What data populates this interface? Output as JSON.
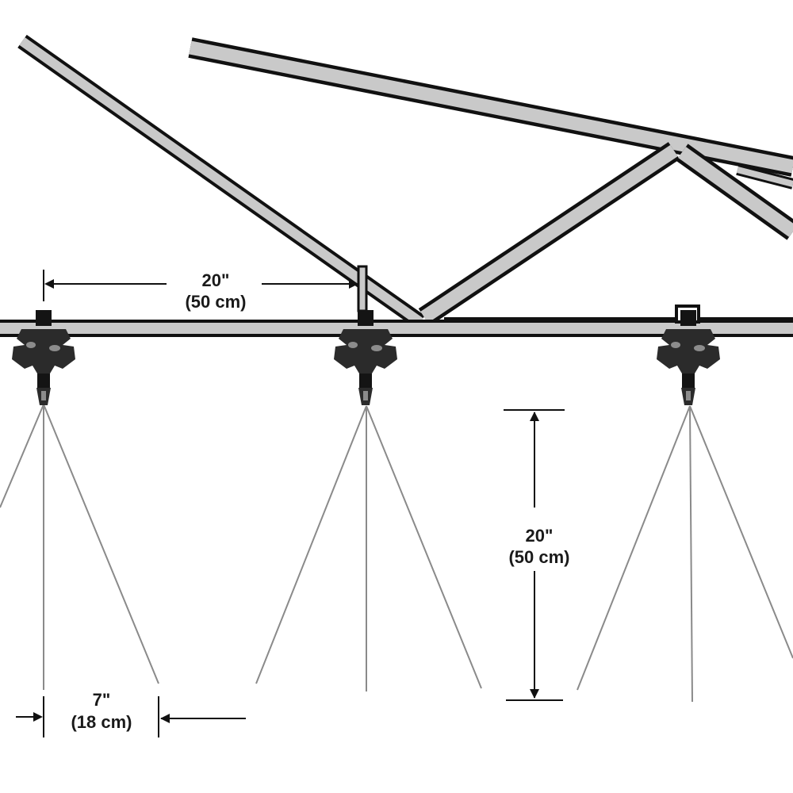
{
  "dimensions": {
    "nozzle_spacing": {
      "imperial": "20\"",
      "metric": "(50 cm)"
    },
    "boom_height": {
      "imperial": "20\"",
      "metric": "(50 cm)"
    },
    "overlap": {
      "imperial": "7\"",
      "metric": "(18 cm)"
    }
  },
  "nozzles": [
    {
      "name": "nozzle-left"
    },
    {
      "name": "nozzle-center"
    },
    {
      "name": "nozzle-right"
    }
  ],
  "colors": {
    "beam_fill": "#c9c9c9",
    "outline": "#111111",
    "spray_lines": "#8a8a8a"
  }
}
